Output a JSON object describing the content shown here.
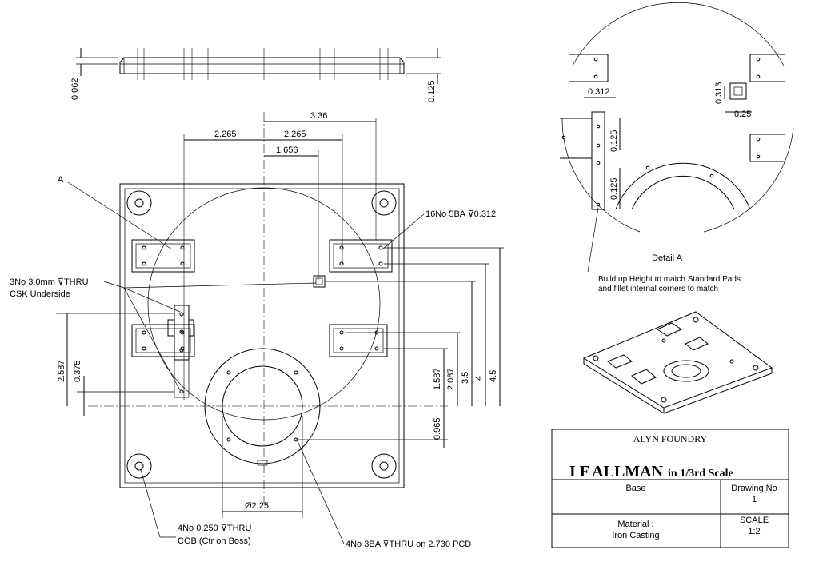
{
  "title_block": {
    "company": "ALYN FOUNDRY",
    "project_main": "I F ALLMAN",
    "project_sub": "in 1/3rd Scale",
    "part": "Base",
    "drawing_no_label": "Drawing No",
    "drawing_no": "1",
    "material_label": "Material :",
    "material": "Iron Casting",
    "scale_label": "SCALE",
    "scale": "1:2"
  },
  "dimensions": {
    "side_thickness": "0.062",
    "side_height": "0.125",
    "d_3_36": "3.36",
    "d_2_265_left": "2.265",
    "d_2_265_right": "2.265",
    "d_1_656": "1.656",
    "d_2_587": "2.587",
    "d_0_375": "0.375",
    "d_1_587": "1.587",
    "d_2_087": "2.087",
    "d_3_5": "3.5",
    "d_4": "4",
    "d_4_5": "4.5",
    "d_0_965": "0.965",
    "d_dia_2_25": "Ø2.25"
  },
  "callouts": {
    "view_a": "A",
    "holes_5ba": "16No 5BA ⊽0.312",
    "csk_line1": "3No 3.0mm ⊽THRU",
    "csk_line2": "CSK Underside",
    "cob_line1": "4No 0.250 ⊽THRU",
    "cob_line2": "COB (Ctr on Boss)",
    "holes_3ba": "4No 3BA ⊽THRU on 2.730 PCD"
  },
  "detail": {
    "label": "Detail A",
    "d_0_312": "0.312",
    "d_0_313": "0.313",
    "d_0_25": "0.25",
    "d_0_125_a": "0.125",
    "d_0_125_b": "0.125",
    "note_line1": "Build up Height to match Standard Pads",
    "note_line2": "and fillet internal corners to match"
  }
}
